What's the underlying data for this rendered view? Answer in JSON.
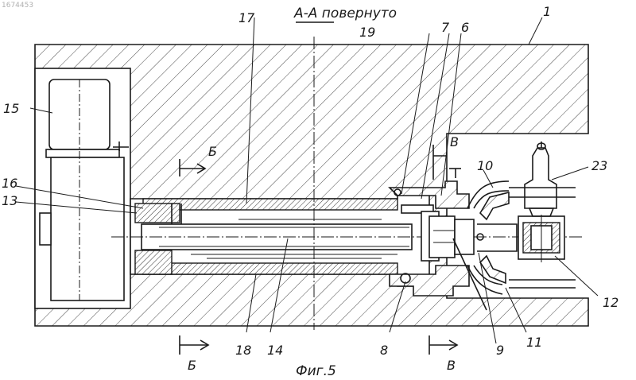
{
  "watermark": "1674453",
  "section_title": "А-А повернуто",
  "figure_caption": "Фиг.5",
  "section_marks": {
    "b_top": "Б",
    "b_bottom": "Б",
    "v_top": "В",
    "v_bottom": "В"
  },
  "labels": {
    "l1": "1",
    "l6": "6",
    "l7": "7",
    "l8": "8",
    "l9": "9",
    "l10": "10",
    "l11": "11",
    "l12": "12",
    "l13": "13",
    "l14": "14",
    "l15": "15",
    "l16": "16",
    "l17": "17",
    "l18": "18",
    "l19": "19",
    "l23": "23"
  }
}
